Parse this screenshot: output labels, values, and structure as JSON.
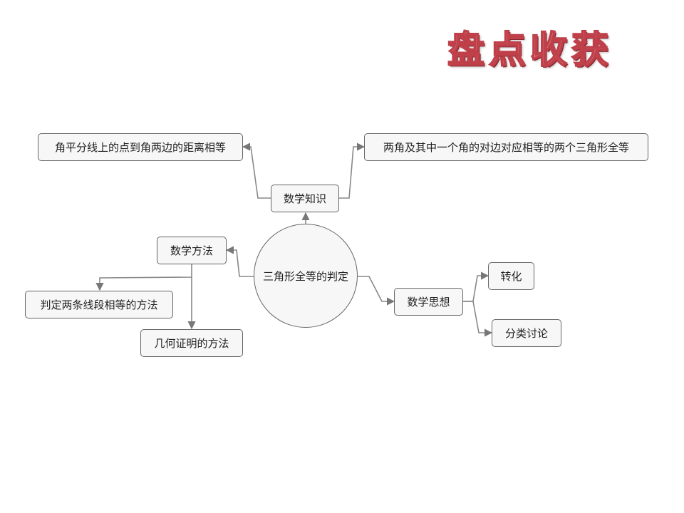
{
  "title": "盘点收获",
  "center": "三角形全等的判定",
  "branches": {
    "knowledge": {
      "label": "数学知识",
      "children": [
        "角平分线上的点到角两边的距离相等",
        "两角及其中一个角的对边对应相等的两个三角形全等"
      ]
    },
    "method": {
      "label": "数学方法",
      "children": [
        "判定两条线段相等的方法",
        "几何证明的方法"
      ]
    },
    "thought": {
      "label": "数学思想",
      "children": [
        "转化",
        "分类讨论"
      ]
    }
  }
}
